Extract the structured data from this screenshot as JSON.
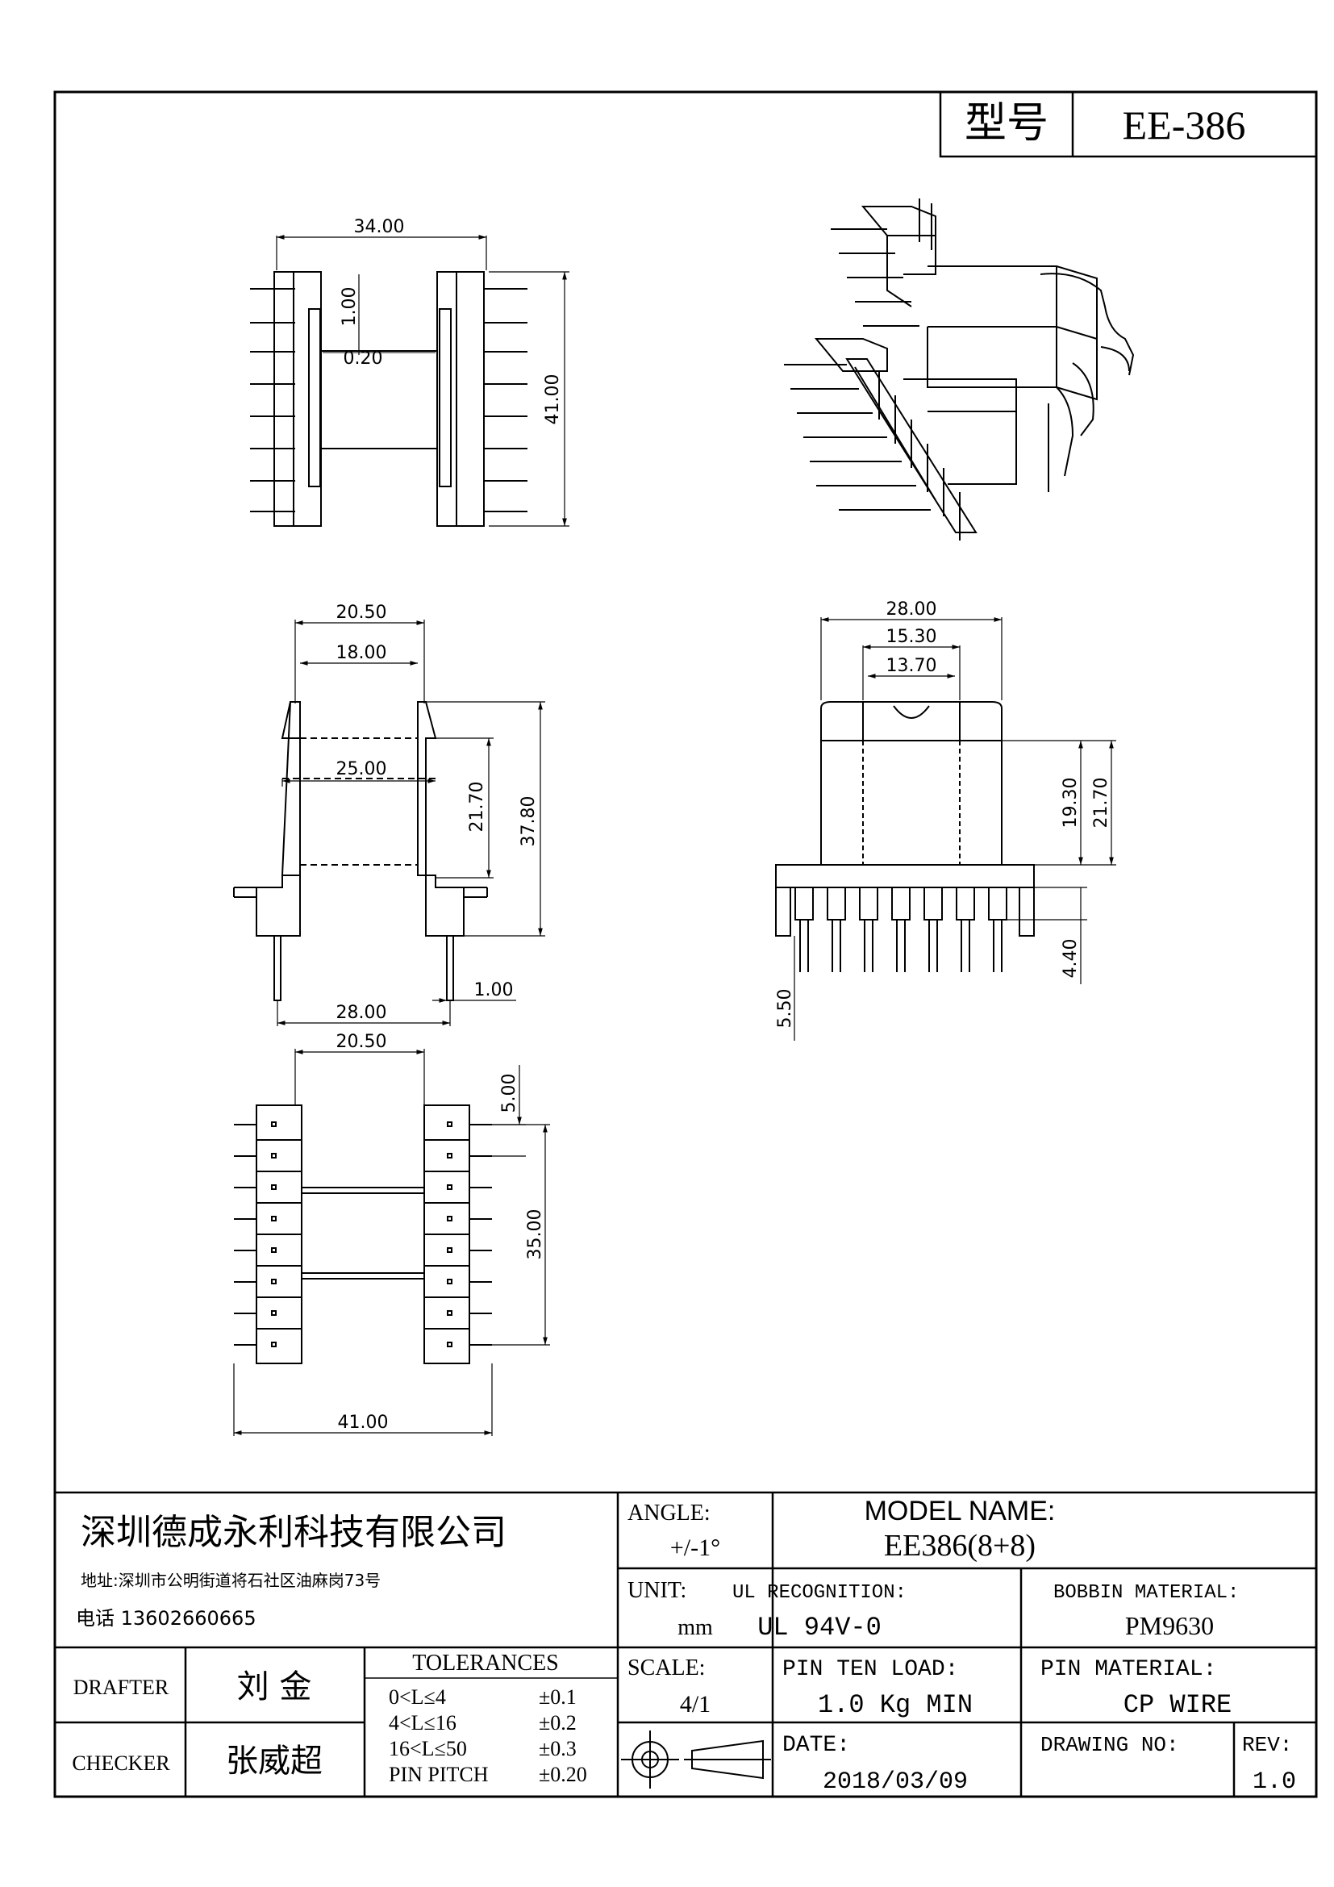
{
  "model_box": {
    "label": "型号",
    "value": "EE-386"
  },
  "views": {
    "top": {
      "width": "34.00",
      "pin_size": "1.00",
      "slot": "0.20",
      "height": "41.00"
    },
    "front": {
      "flange": "20.50",
      "core": "18.00",
      "winding": "25.00",
      "window": "21.70",
      "height": "37.80",
      "pin_span": "28.00",
      "pin_dia": "1.00"
    },
    "side": {
      "width": "28.00",
      "tongue_outer": "15.30",
      "tongue_inner": "13.70",
      "core_h": "19.30",
      "window_h": "21.70",
      "pin_len": "4.40",
      "pin_stub": "5.50"
    },
    "bottom": {
      "flange": "20.50",
      "pitch": "5.00",
      "pin_row": "35.00",
      "width": "41.00"
    }
  },
  "title_block": {
    "company": "深圳德成永利科技有限公司",
    "address": "地址:深圳市公明街道将石社区油麻岗73号",
    "phone": "电话 13602660665",
    "angle_label": "ANGLE:",
    "angle_value": "+/-1°",
    "unit_label": "UNIT:",
    "unit_value": "mm",
    "model_label": "MODEL NAME:",
    "model_value": "EE386(8+8)",
    "ul_label": "UL RECOGNITION:",
    "ul_value": "UL 94V-0",
    "bobbin_label": "BOBBIN MATERIAL:",
    "bobbin_value": "PM9630",
    "drafter_label": "DRAFTER",
    "drafter_value": "刘 金",
    "checker_label": "CHECKER",
    "checker_value": "张威超",
    "tolerances_label": "TOLERANCES",
    "tolerances": [
      {
        "range": "0<L≤4",
        "value": "±0.1"
      },
      {
        "range": "4<L≤16",
        "value": "±0.2"
      },
      {
        "range": "16<L≤50",
        "value": "±0.3"
      },
      {
        "range": "PIN PITCH",
        "value": "±0.20"
      }
    ],
    "scale_label": "SCALE:",
    "scale_value": "4/1",
    "pin_load_label": "PIN TEN LOAD:",
    "pin_load_value": "1.0 Kg MIN",
    "pin_material_label": "PIN MATERIAL:",
    "pin_material_value": "CP WIRE",
    "date_label": "DATE:",
    "date_value": "2018/03/09",
    "drawing_no_label": "DRAWING NO:",
    "rev_label": "REV:",
    "rev_value": "1.0"
  }
}
